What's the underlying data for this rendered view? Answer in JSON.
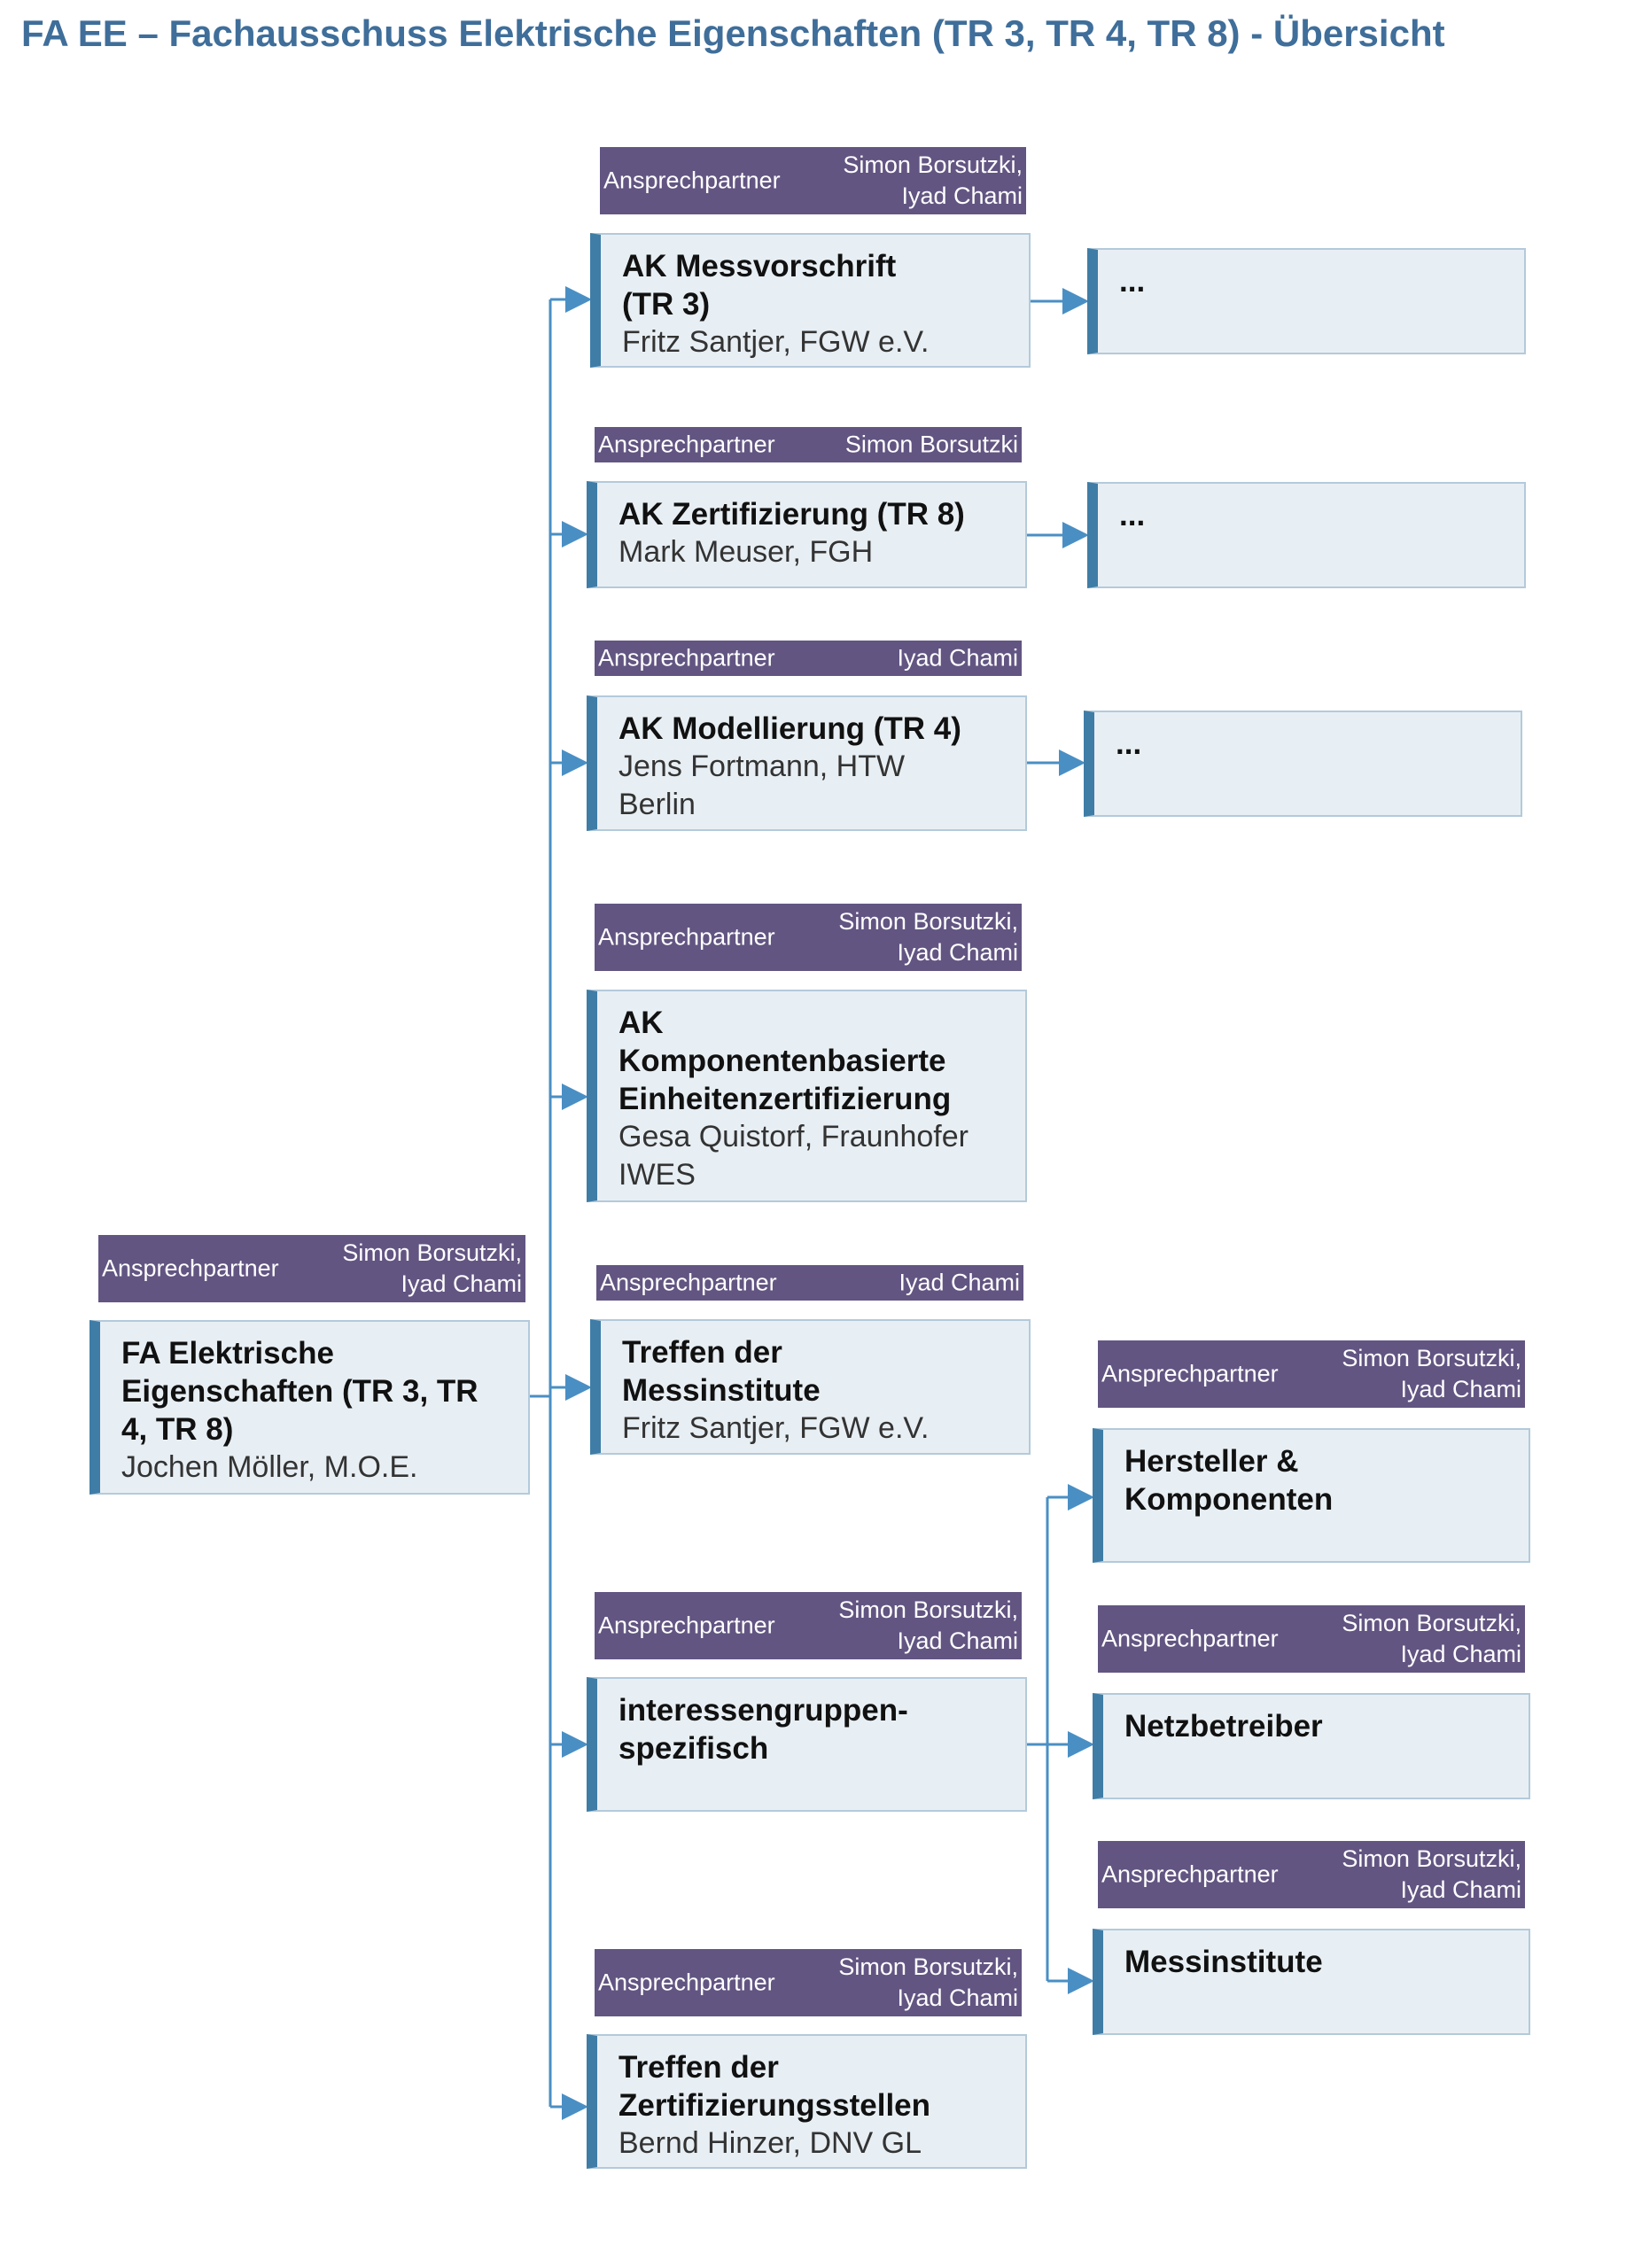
{
  "title": "FA EE – Fachausschuss Elektrische Eigenschaften (TR 3, TR 4, TR 8) - Übersicht",
  "contact_label": "Ansprechpartner",
  "colors": {
    "title": "#3f6e9a",
    "contact_bar": "#625582",
    "box_fill": "#e8eff4",
    "box_accent": "#3f7da7",
    "box_border": "#b3cadb",
    "connector": "#4a8fc4"
  },
  "root": {
    "name": "FA Elektrische Eigenschaften (TR 3, TR 4, TR 8)",
    "chair": "Jochen Möller, M.O.E.",
    "contact_line1": "Simon Borsutzki,",
    "contact_line2": "Iyad Chami"
  },
  "groups": [
    {
      "name": "AK Messvorschrift (TR 3)",
      "chair": "Fritz Santjer, FGW e.V.",
      "contact_line1": "Simon Borsutzki,",
      "contact_line2": "Iyad Chami",
      "child": "..."
    },
    {
      "name": "AK Zertifizierung (TR 8)",
      "chair": "Mark Meuser, FGH",
      "contact_line1": "Simon Borsutzki",
      "child": "..."
    },
    {
      "name": "AK Modellierung (TR 4)",
      "chair": "Jens Fortmann, HTW Berlin",
      "contact_line1": "Iyad Chami",
      "child": "..."
    },
    {
      "name": "AK Komponentenbasierte Einheitenzertifizierung",
      "chair": "Gesa Quistorf, Fraunhofer IWES",
      "contact_line1": "Simon Borsutzki,",
      "contact_line2": "Iyad Chami"
    },
    {
      "name": "Treffen der Messinstitute",
      "chair": "Fritz Santjer, FGW e.V.",
      "contact_line1": "Iyad Chami"
    },
    {
      "name": "interessengruppen-spezifisch",
      "contact_line1": "Simon Borsutzki,",
      "contact_line2": "Iyad Chami"
    },
    {
      "name": "Treffen der Zertifizierungsstellen",
      "chair": "Bernd Hinzer, DNV GL",
      "contact_line1": "Simon Borsutzki,",
      "contact_line2": "Iyad Chami"
    }
  ],
  "subgroups": [
    {
      "name": "Hersteller & Komponenten",
      "contact_line1": "Simon Borsutzki,",
      "contact_line2": "Iyad Chami"
    },
    {
      "name": "Netzbetreiber",
      "contact_line1": "Simon Borsutzki,",
      "contact_line2": "Iyad Chami"
    },
    {
      "name": "Messinstitute",
      "contact_line1": "Simon Borsutzki,",
      "contact_line2": "Iyad Chami"
    }
  ]
}
